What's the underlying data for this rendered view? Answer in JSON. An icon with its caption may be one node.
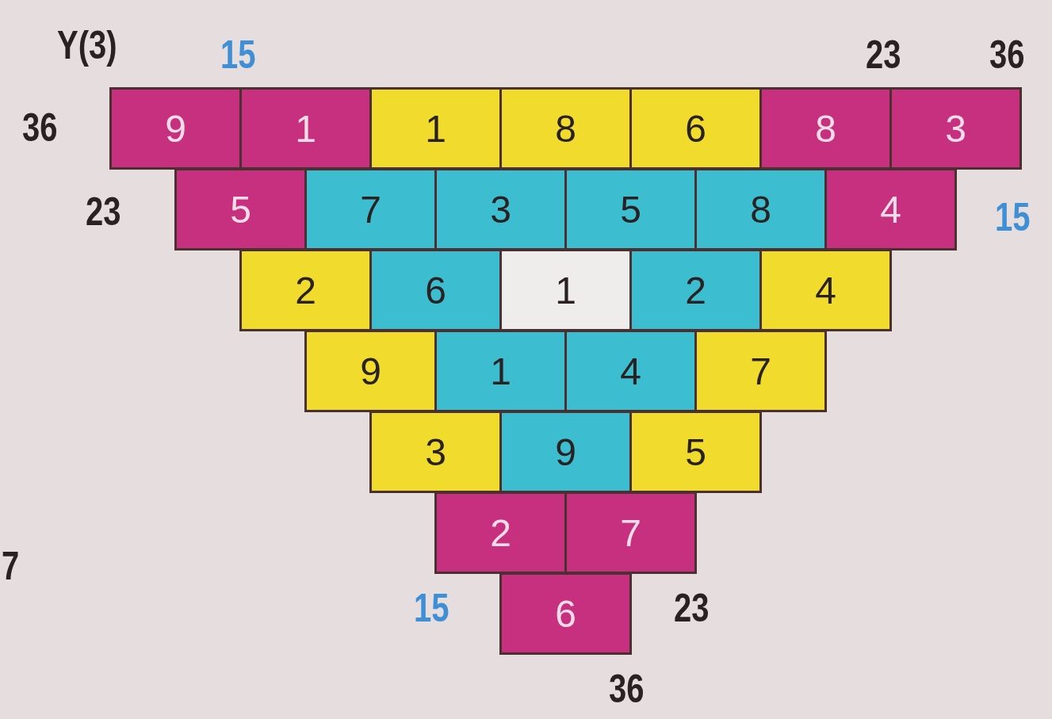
{
  "diagram": {
    "nodes": [
      {
        "text": [
          "9"
        ]
      },
      {
        "text": [
          "1"
        ]
      },
      {
        "text": [
          "1"
        ]
      },
      {
        "text": [
          "8"
        ]
      },
      {
        "text": [
          "6"
        ]
      },
      {
        "text": [
          "8"
        ]
      },
      {
        "text": [
          "3"
        ]
      },
      {
        "text": [
          "5"
        ]
      },
      {
        "text": [
          "7"
        ]
      },
      {
        "text": [
          "3"
        ]
      },
      {
        "text": [
          "5"
        ]
      },
      {
        "text": [
          "8"
        ]
      },
      {
        "text": [
          "4"
        ]
      },
      {
        "text": [
          "2"
        ]
      },
      {
        "text": [
          "6"
        ]
      },
      {
        "text": [
          "1"
        ]
      },
      {
        "text": [
          "2"
        ]
      },
      {
        "text": [
          "4"
        ]
      },
      {
        "text": [
          "9"
        ]
      },
      {
        "text": [
          "1"
        ]
      },
      {
        "text": [
          "4"
        ]
      },
      {
        "text": [
          "7"
        ]
      },
      {
        "text": [
          "3"
        ]
      },
      {
        "text": [
          "9"
        ]
      },
      {
        "text": [
          "5"
        ]
      },
      {
        "text": [
          "2"
        ]
      },
      {
        "text": [
          "7"
        ]
      },
      {
        "text": [
          "6"
        ]
      }
    ],
    "labels": [
      "Y(3)",
      "15",
      "23",
      "36",
      "36",
      "23",
      "15",
      "7",
      "15",
      "23",
      "36"
    ]
  }
}
